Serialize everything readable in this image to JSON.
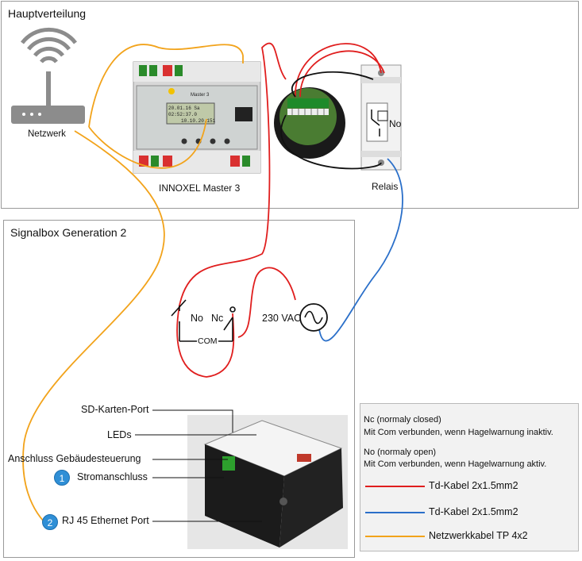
{
  "panels": {
    "top_title": "Hauptverteilung",
    "bottom_title": "Signalbox Generation 2"
  },
  "devices": {
    "network_label": "Netzwerk",
    "master_label": "INNOXEL Master 3",
    "relay_label": "Relais",
    "relay_contact": "No",
    "master_screen_line1": "20.01.16 Sa",
    "master_screen_line2": "02:52:37.0",
    "master_screen_line3": "10.10.20.151",
    "master_brand": "Master 3"
  },
  "schematic": {
    "switch_no": "No",
    "switch_nc": "Nc",
    "com": "COM",
    "voltage": "230 VAC"
  },
  "callouts": {
    "sd_port": "SD-Karten-Port",
    "leds": "LEDs",
    "building_control": "Anschluss Gebäudesteuerung",
    "power": "Stromanschluss",
    "ethernet": "RJ 45 Ethernet Port",
    "badge_1": "1",
    "badge_2": "2"
  },
  "legend": {
    "nc_title": "Nc (normaly closed)",
    "nc_desc": "Mit Com verbunden, wenn Hagelwarnung inaktiv.",
    "no_title": "No (normaly open)",
    "no_desc": "Mit Com verbunden, wenn Hagelwarnung aktiv.",
    "red_label": "Td-Kabel 2x1.5mm2",
    "blue_label": "Td-Kabel 2x1.5mm2",
    "orange_label": "Netzwerkkabel TP 4x2"
  },
  "colors": {
    "red_wire": "#e01e1e",
    "blue_wire": "#2a6fc9",
    "orange_wire": "#f2a31b",
    "black_wire": "#111111",
    "badge": "#2f8fd6"
  }
}
